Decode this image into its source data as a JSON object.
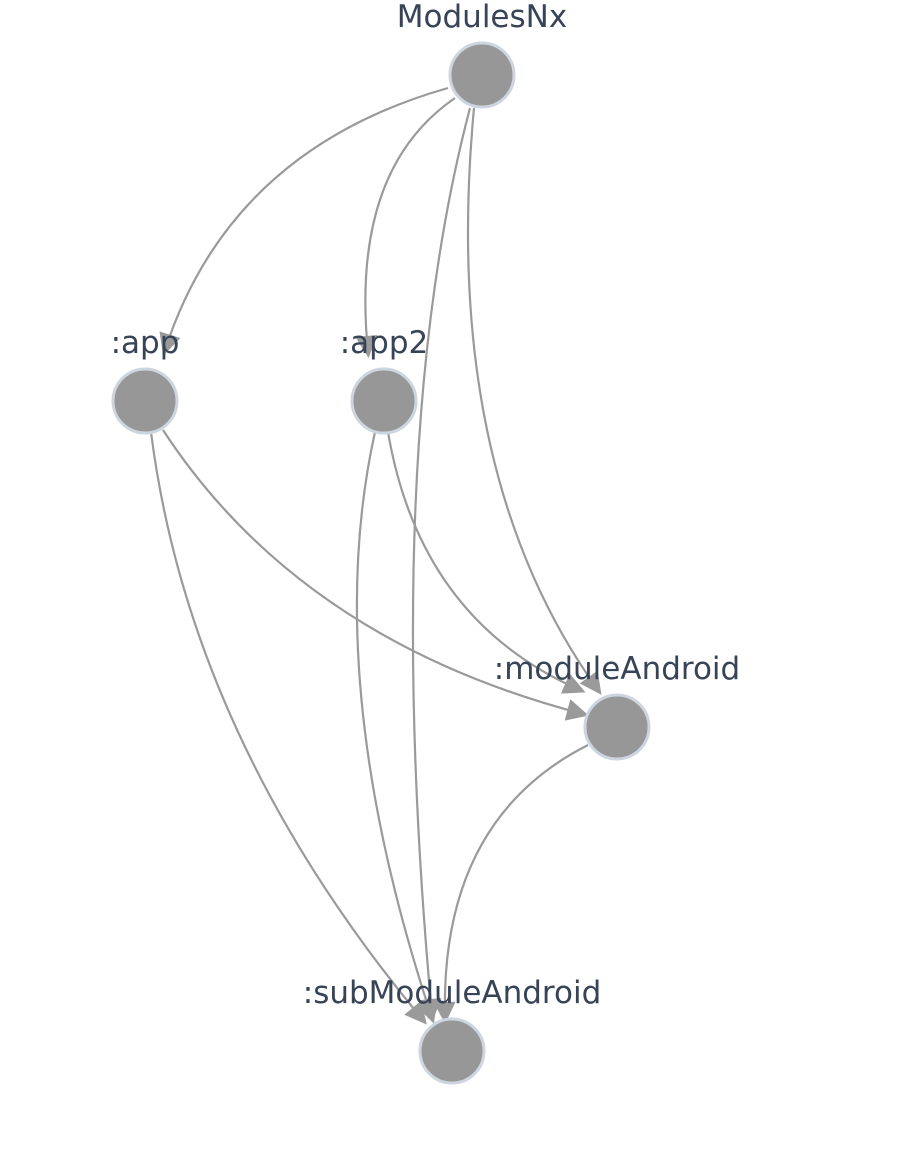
{
  "graph": {
    "nodes": [
      {
        "id": "modulesnx",
        "label": "ModulesNx"
      },
      {
        "id": "app",
        "label": ":app"
      },
      {
        "id": "app2",
        "label": ":app2"
      },
      {
        "id": "moduleandroid",
        "label": ":moduleAndroid"
      },
      {
        "id": "submoduleandroid",
        "label": ":subModuleAndroid"
      }
    ],
    "edges": [
      {
        "from": "modulesnx",
        "to": "app"
      },
      {
        "from": "modulesnx",
        "to": "app2"
      },
      {
        "from": "modulesnx",
        "to": "moduleandroid"
      },
      {
        "from": "modulesnx",
        "to": "submoduleandroid"
      },
      {
        "from": "app",
        "to": "moduleandroid"
      },
      {
        "from": "app",
        "to": "submoduleandroid"
      },
      {
        "from": "app2",
        "to": "moduleandroid"
      },
      {
        "from": "app2",
        "to": "submoduleandroid"
      },
      {
        "from": "moduleandroid",
        "to": "submoduleandroid"
      }
    ],
    "colors": {
      "node_fill": "#979797",
      "node_stroke": "#cdd5e0",
      "edge": "#9a9a9a",
      "label": "#374357"
    }
  }
}
